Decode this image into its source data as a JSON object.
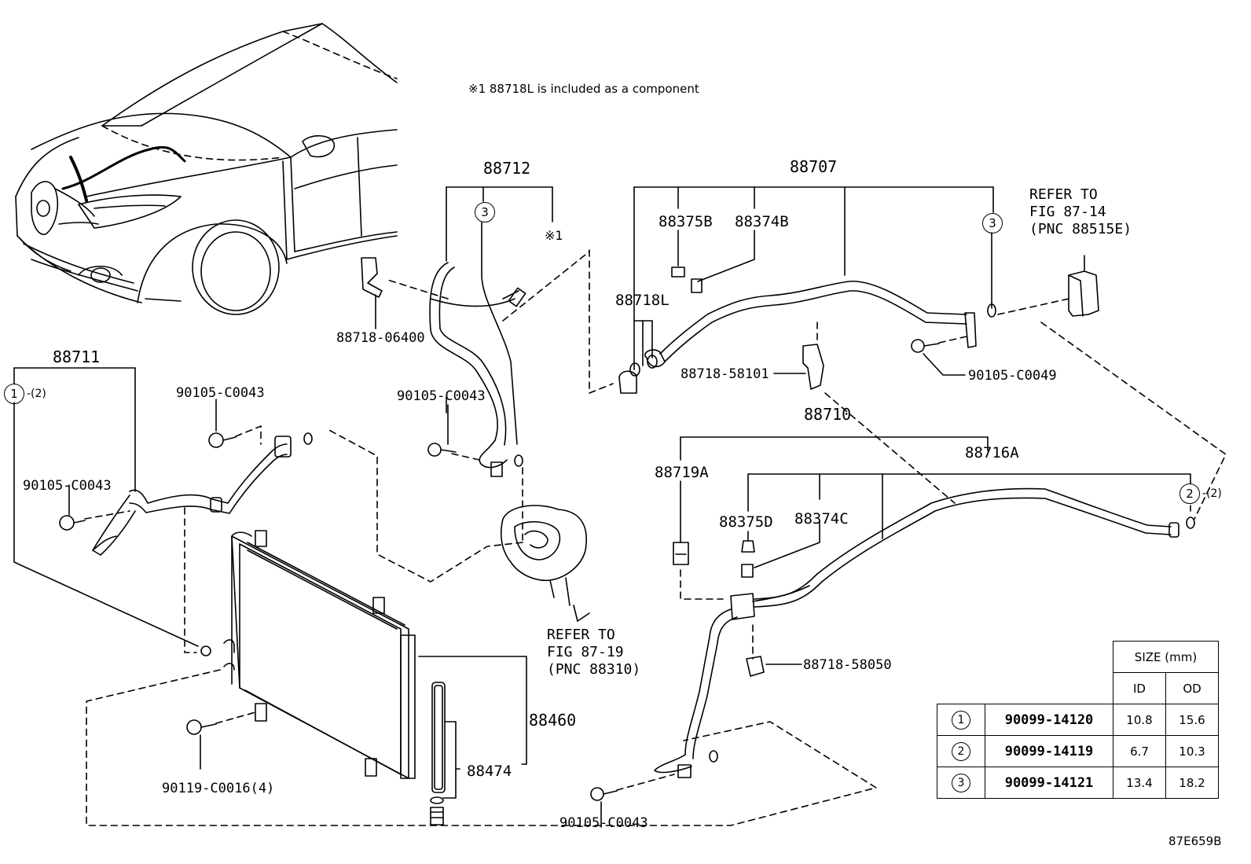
{
  "note": "※1  88718L is included as a component",
  "parts": {
    "p88712": "88712",
    "p88707": "88707",
    "p88711": "88711",
    "p88710": "88710",
    "p88716A": "88716A",
    "p88719A": "88719A",
    "p88375B": "88375B",
    "p88374B": "88374B",
    "p88718L": "88718L",
    "p88375D": "88375D",
    "p88374C": "88374C",
    "p88460": "88460",
    "p88474": "88474",
    "p88718_06400": "88718-06400",
    "p88718_58101": "88718-58101",
    "p88718_58050": "88718-58050",
    "p90105_C0049": "90105-C0049",
    "p90105_C0043_a": "90105-C0043",
    "p90105_C0043_b": "90105-C0043",
    "p90105_C0043_c": "90105-C0043",
    "p90105_C0043_d": "90105-C0043",
    "p90119_C0016": "90119-C0016(4)",
    "mark1": "※1"
  },
  "circle_marks": {
    "c3_a": "3",
    "c3_b": "3",
    "c1": "1",
    "c1_suffix": "-(2)",
    "c2": "2",
    "c2_suffix": "-(2)"
  },
  "refers": {
    "fig87_14": "REFER TO\nFIG 87-14\n(PNC 88515E)",
    "fig87_19": "REFER TO\nFIG 87-19\n(PNC 88310)"
  },
  "size_table": {
    "header": "SIZE (mm)",
    "col_id": "ID",
    "col_od": "OD",
    "rows": [
      {
        "mark": "1",
        "part": "90099-14120",
        "id": "10.8",
        "od": "15.6"
      },
      {
        "mark": "2",
        "part": "90099-14119",
        "id": "6.7",
        "od": "10.3"
      },
      {
        "mark": "3",
        "part": "90099-14121",
        "id": "13.4",
        "od": "18.2"
      }
    ]
  },
  "diagram_code": "87E659B"
}
